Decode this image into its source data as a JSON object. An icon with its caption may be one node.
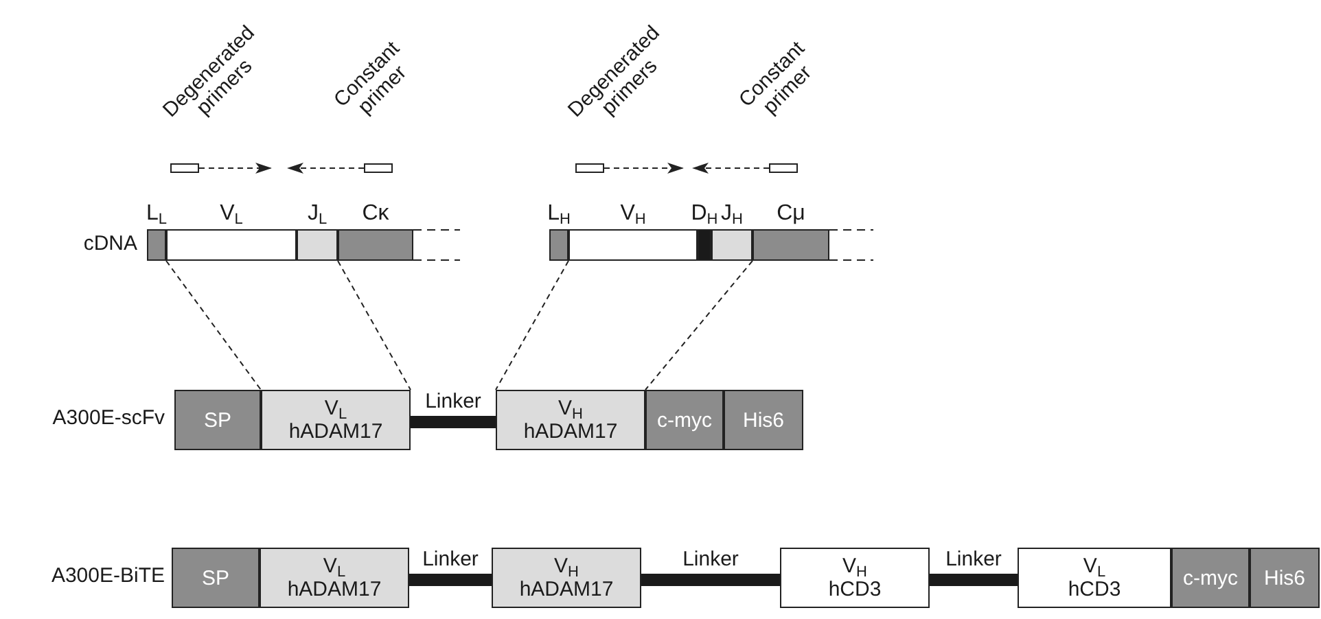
{
  "diagram": {
    "nodes": [
      {
        "text": [
          "Degenerated primers"
        ]
      },
      {
        "text": [
          "Constant primer"
        ]
      },
      {
        "text": [
          "Degenerated primers"
        ]
      },
      {
        "text": [
          "Constant primer"
        ]
      },
      {
        "text": [
          "L$_{L}$"
        ]
      },
      {
        "text": [
          "V$_{L}$"
        ]
      },
      {
        "text": [
          "J$_{L}$"
        ]
      },
      {
        "text": [
          "Cκ"
        ]
      },
      {
        "text": [
          "L$_{H}$"
        ]
      },
      {
        "text": [
          "V$_{H}$"
        ]
      },
      {
        "text": [
          "D$_{H}$"
        ]
      },
      {
        "text": [
          "J$_{H}$"
        ]
      },
      {
        "text": [
          "Cμ"
        ]
      },
      {
        "text": [
          "SP"
        ]
      },
      {
        "text": [
          "V$_{L}$",
          "hADAM17"
        ]
      },
      {
        "text": [
          "Linker"
        ]
      },
      {
        "text": [
          "V$_{H}$",
          "hADAM17"
        ]
      },
      {
        "text": [
          "c-myc"
        ]
      },
      {
        "text": [
          "His6"
        ]
      },
      {
        "text": [
          "SP"
        ]
      },
      {
        "text": [
          "V$_{L}$",
          "hADAM17"
        ]
      },
      {
        "text": [
          "Linker"
        ]
      },
      {
        "text": [
          "V$_{H}$",
          "hADAM17"
        ]
      },
      {
        "text": [
          "Linker"
        ]
      },
      {
        "text": [
          "V$_{H}$",
          "hCD3"
        ]
      },
      {
        "text": [
          "Linker"
        ]
      },
      {
        "text": [
          "V$_{L}$",
          "hCD3"
        ]
      },
      {
        "text": [
          "c-myc"
        ]
      },
      {
        "text": [
          "His6"
        ]
      }
    ],
    "edges": [
      {
        "from": 0,
        "to": null,
        "arrow": "to",
        "style": "dashed"
      },
      {
        "from": 1,
        "to": null,
        "arrow": "to",
        "style": "dashed"
      },
      {
        "from": 2,
        "to": null,
        "arrow": "to",
        "style": "dashed"
      },
      {
        "from": 3,
        "to": null,
        "arrow": "to",
        "style": "dashed"
      },
      {
        "from": 5,
        "to": 14,
        "arrow": "none",
        "style": "dashed"
      },
      {
        "from": 6,
        "to": 14,
        "arrow": "none",
        "style": "dashed"
      },
      {
        "from": 9,
        "to": 16,
        "arrow": "none",
        "style": "dashed"
      },
      {
        "from": 11,
        "to": 16,
        "arrow": "none",
        "style": "dashed"
      }
    ],
    "labels": [
      "cDNA",
      "A300E-scFv",
      "A300E-BiTE"
    ]
  }
}
